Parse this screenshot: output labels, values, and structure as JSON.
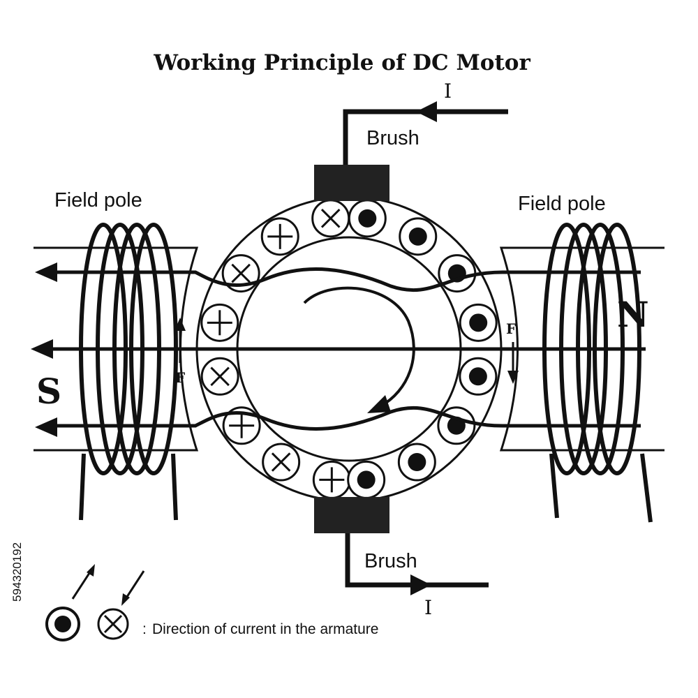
{
  "title": "Working Principle of DC Motor",
  "labels": {
    "brush_top": "Brush",
    "brush_bottom": "Brush",
    "field_pole_left": "Field pole",
    "field_pole_right": "Field pole",
    "pole_south": "S",
    "pole_north": "N",
    "force_left": "F",
    "force_right": "F",
    "current_top": "I",
    "current_bottom": "I"
  },
  "legend": {
    "separator": ":",
    "text": "Direction of current in the armature"
  },
  "stock_id": "594320192",
  "colors": {
    "ink": "#111111",
    "background": "#ffffff"
  },
  "conductors": {
    "cross_count": 8,
    "dot_count": 8
  }
}
